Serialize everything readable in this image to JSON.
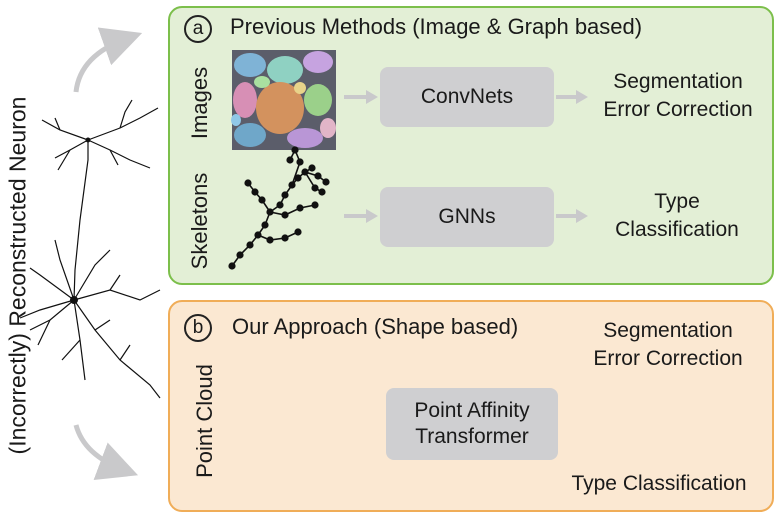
{
  "side_label": "(Incorrectly) Reconstructed Neuron",
  "panel_a": {
    "badge": "a",
    "title": "Previous Methods (Image & Graph based)",
    "rows": [
      {
        "label": "Images",
        "model": "ConvNets",
        "output": [
          "Segmentation",
          "Error Correction"
        ]
      },
      {
        "label": "Skeletons",
        "model": "GNNs",
        "output": [
          "Type",
          "Classification"
        ]
      }
    ]
  },
  "panel_b": {
    "badge": "b",
    "title": "Our Approach (Shape based)",
    "label": "Point Cloud",
    "model": [
      "Point Affinity",
      "Transformer"
    ],
    "outputs": [
      [
        "Segmentation",
        "Error Correction"
      ],
      [
        "Type Classification"
      ]
    ]
  },
  "colors": {
    "panel_a_fill": "#e3efd6",
    "panel_a_border": "#7cbf4b",
    "panel_b_fill": "#fbe8d2",
    "panel_b_border": "#f0ad58",
    "box_fill": "#cfcfd1",
    "arrow": "#c9c9cb"
  }
}
